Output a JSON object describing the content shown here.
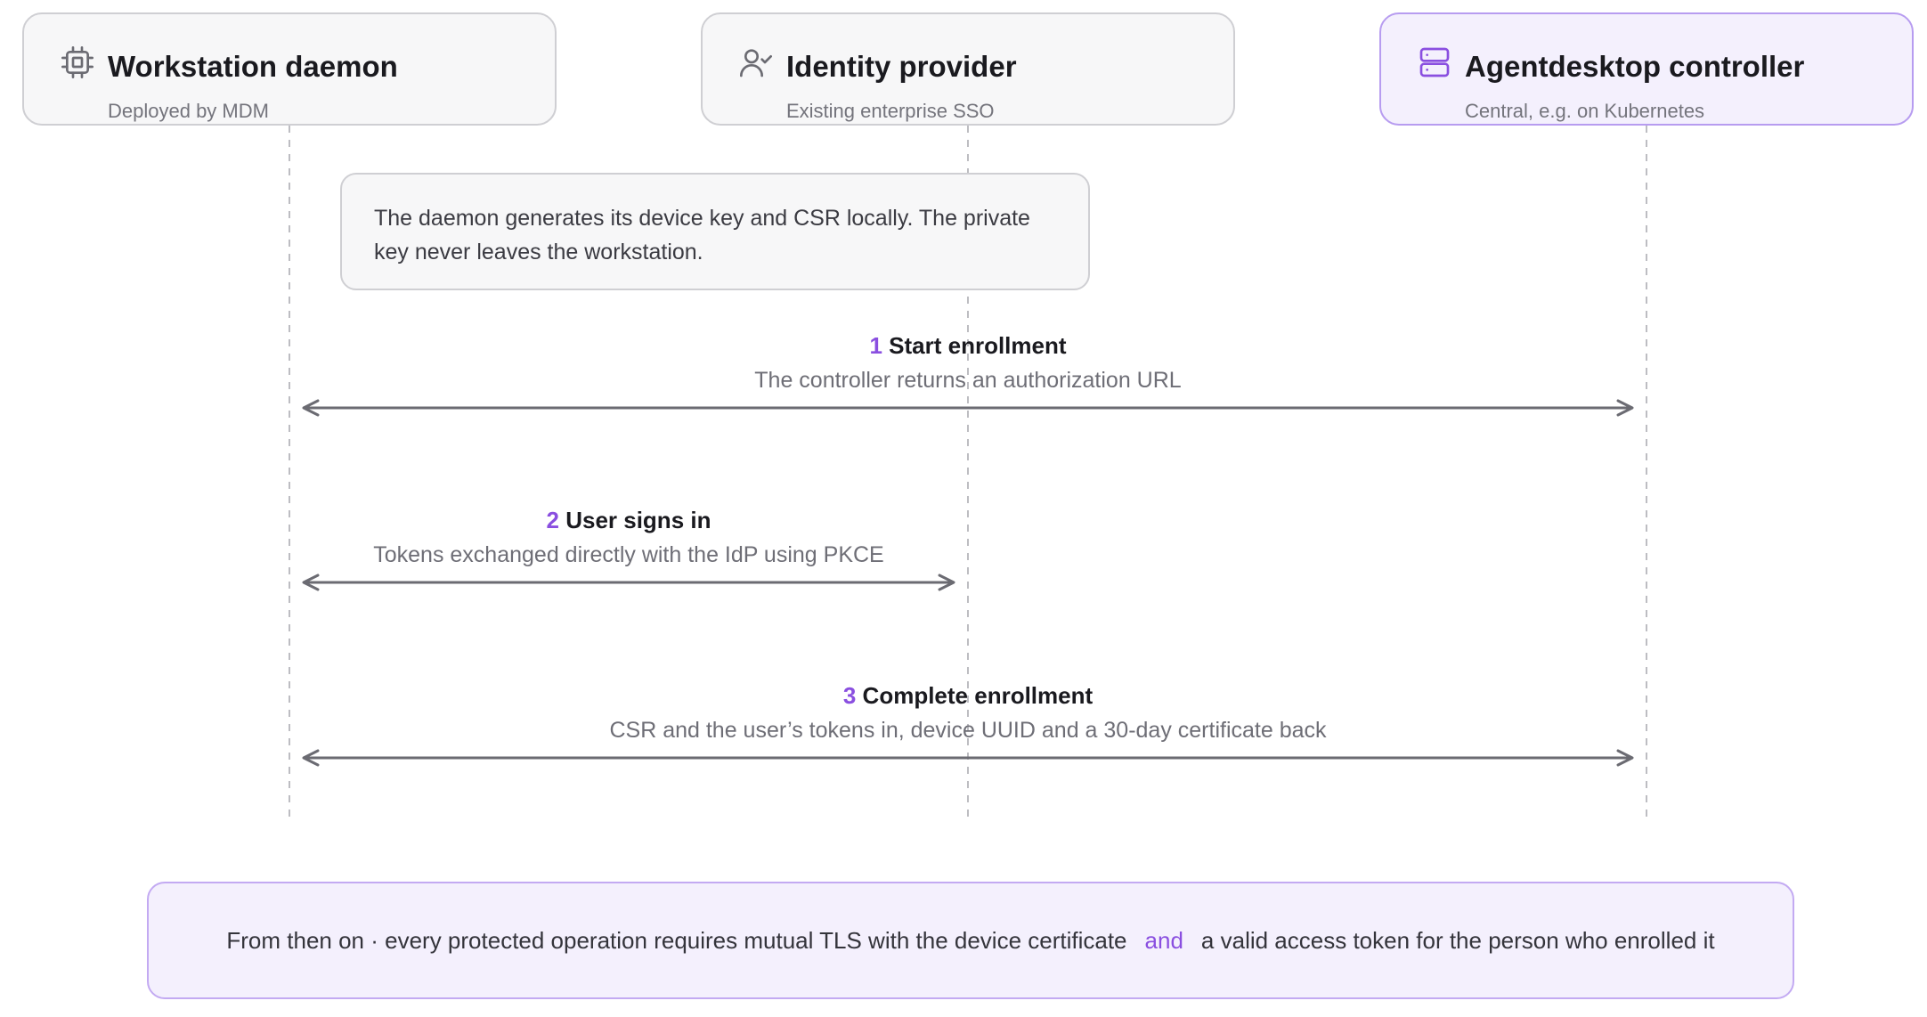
{
  "participants": [
    {
      "title": "Workstation daemon",
      "subtitle": "Deployed by MDM",
      "icon": "chip-icon"
    },
    {
      "title": "Identity provider",
      "subtitle": "Existing enterprise SSO",
      "icon": "user-check-icon"
    },
    {
      "title": "Agentdesktop controller",
      "subtitle": "Central, e.g. on Kubernetes",
      "icon": "server-icon"
    }
  ],
  "note": "The daemon generates its device key and CSR locally. The private key never leaves the workstation.",
  "messages": [
    {
      "num": "1",
      "label": "Start enrollment",
      "desc": "The controller returns an authorization URL"
    },
    {
      "num": "2",
      "label": "User signs in",
      "desc": "Tokens exchanged directly with the IdP using PKCE"
    },
    {
      "num": "3",
      "label": "Complete enrollment",
      "desc": "CSR and the user’s tokens in, device UUID and a 30-day certificate back"
    }
  ],
  "footer": {
    "before": "From then on · every protected operation requires mutual TLS with the device certificate",
    "emphasis": "and",
    "after": "a valid access token for the person who enrolled it"
  },
  "colors": {
    "accent": "#8a4fe0",
    "lifeline": "#bdbdc2",
    "arrow": "#6b6b72"
  }
}
